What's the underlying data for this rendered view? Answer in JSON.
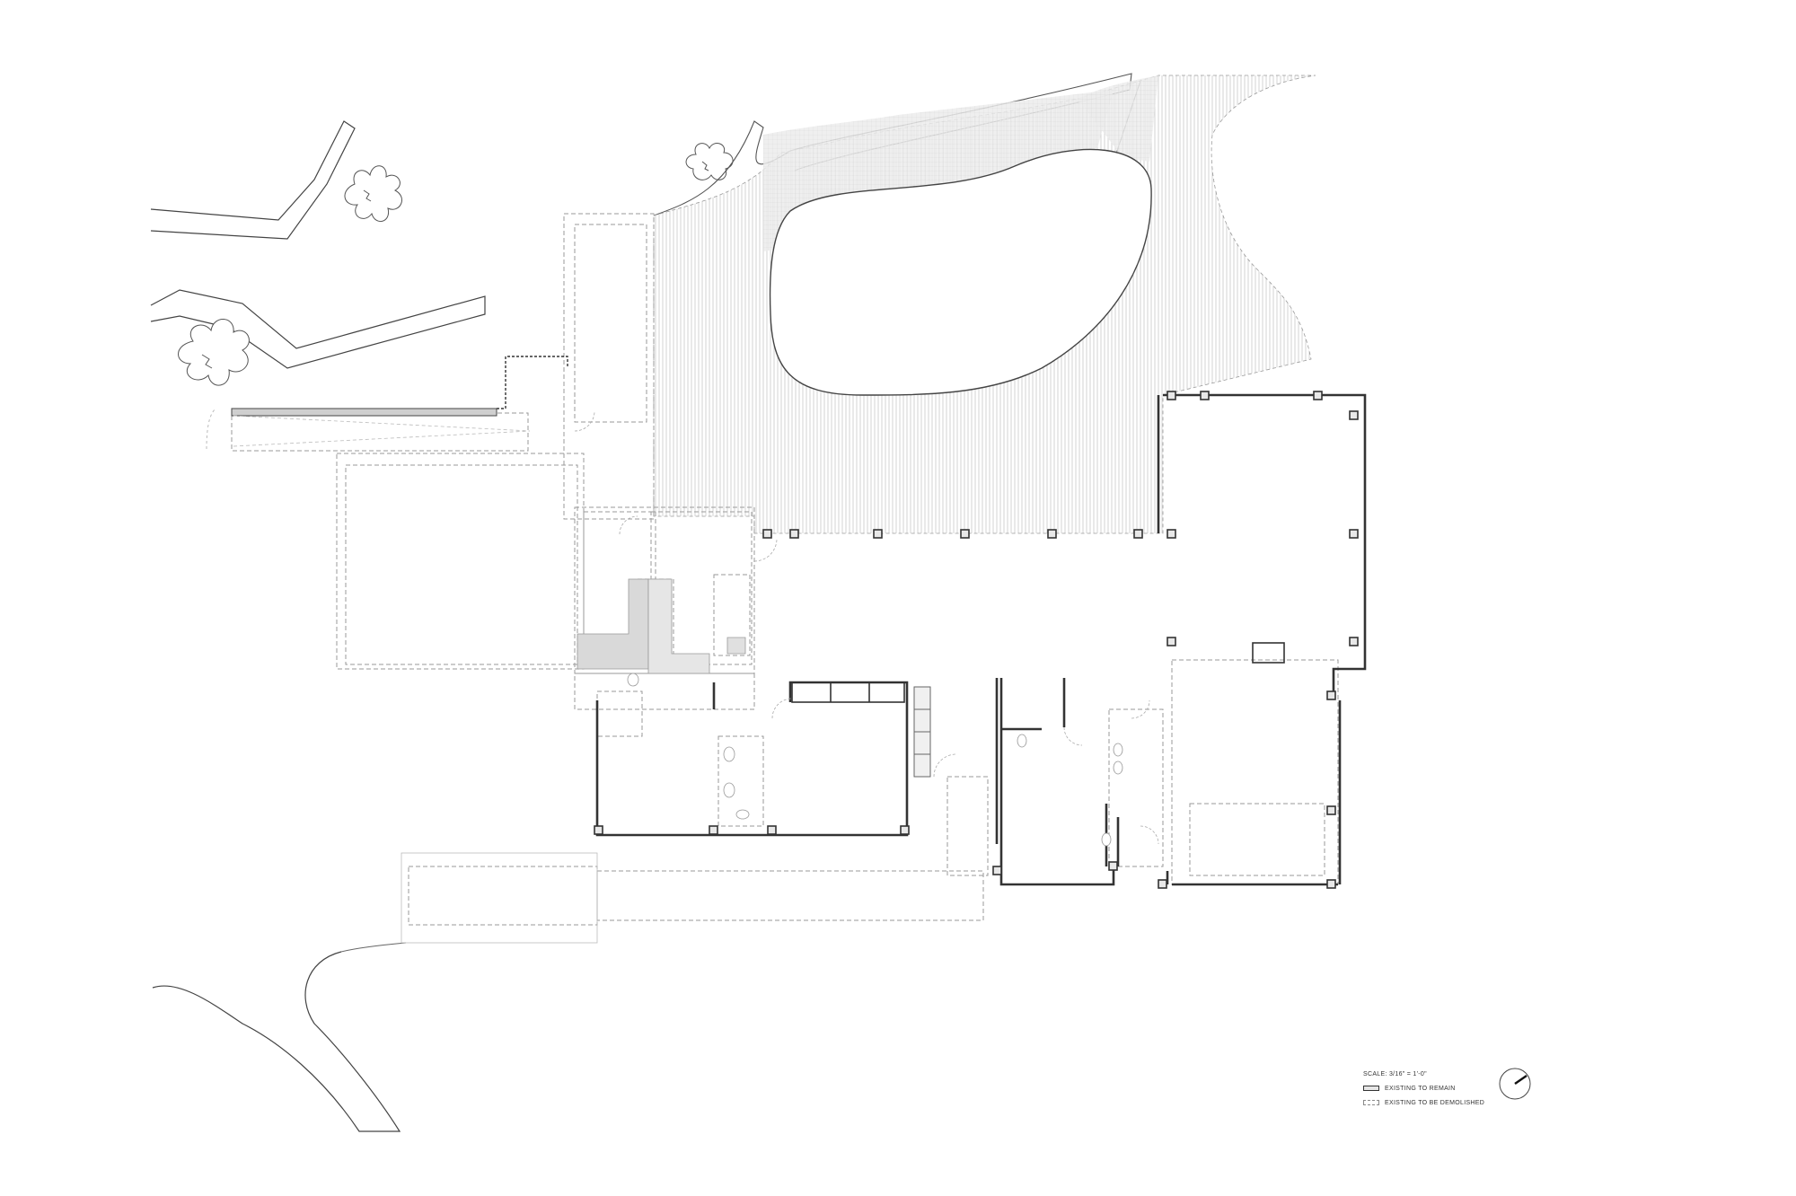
{
  "legend": {
    "scale": "SCALE: 3/16\" = 1'-0\"",
    "remain_label": "EXISTING TO REMAIN",
    "demolish_label": "EXISTING TO BE DEMOLISHED"
  },
  "colors": {
    "wall_remain": "#333333",
    "demolish_dash": "#8a8a8a",
    "deck_hatch": "#cfcfcf",
    "paving_fill": "#eeeeee"
  },
  "icons": [
    "tree-icon",
    "north-arrow-icon"
  ]
}
